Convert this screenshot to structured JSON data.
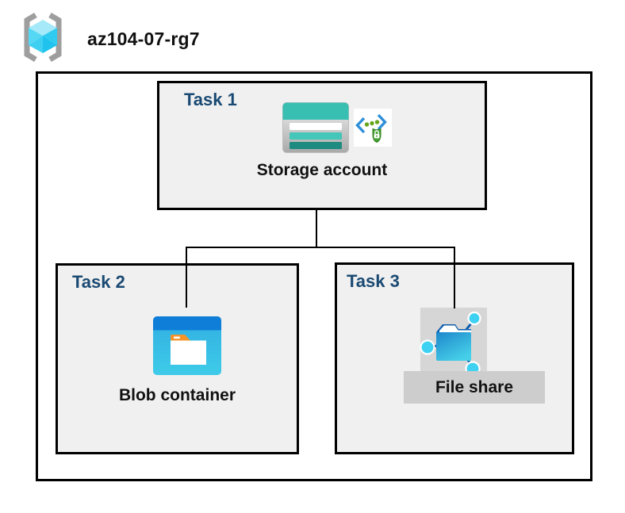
{
  "header": {
    "title": "az104-07-rg7",
    "icon": "resource-group-icon"
  },
  "diagram": {
    "tasks": [
      {
        "label": "Task 1",
        "resource": "Storage account",
        "icons": [
          "storage-account-icon",
          "sas-security-icon"
        ]
      },
      {
        "label": "Task 2",
        "resource": "Blob container",
        "icons": [
          "blob-container-icon"
        ]
      },
      {
        "label": "Task 3",
        "resource": "File share",
        "icons": [
          "file-share-icon"
        ]
      }
    ],
    "connections": [
      {
        "from": "Storage account",
        "to": "Blob container"
      },
      {
        "from": "Storage account",
        "to": "File share"
      }
    ],
    "colors": {
      "task_label_navy": "#1a4a73",
      "box_fill_gray": "#f0f0f0",
      "border_black": "#000000",
      "storage_teal": "#38bfb1",
      "storage_teal_light": "#44c6b9",
      "storage_teal_dark": "#1e8a80",
      "blob_top_blue": "#0e7ed8",
      "blob_body_cyan": "#3ecbe8",
      "folder_tab_orange": "#f79428",
      "fileshare_dark_blue": "#0d5eae",
      "node_cyan": "#3ed1f2",
      "sas_bracket_blue": "#2e8fd9",
      "sas_green": "#46a333",
      "cube_cyan": "#49d5f3",
      "bracket_gray": "#9e9e9e",
      "label_bg_gray": "#cdcdcd"
    }
  }
}
